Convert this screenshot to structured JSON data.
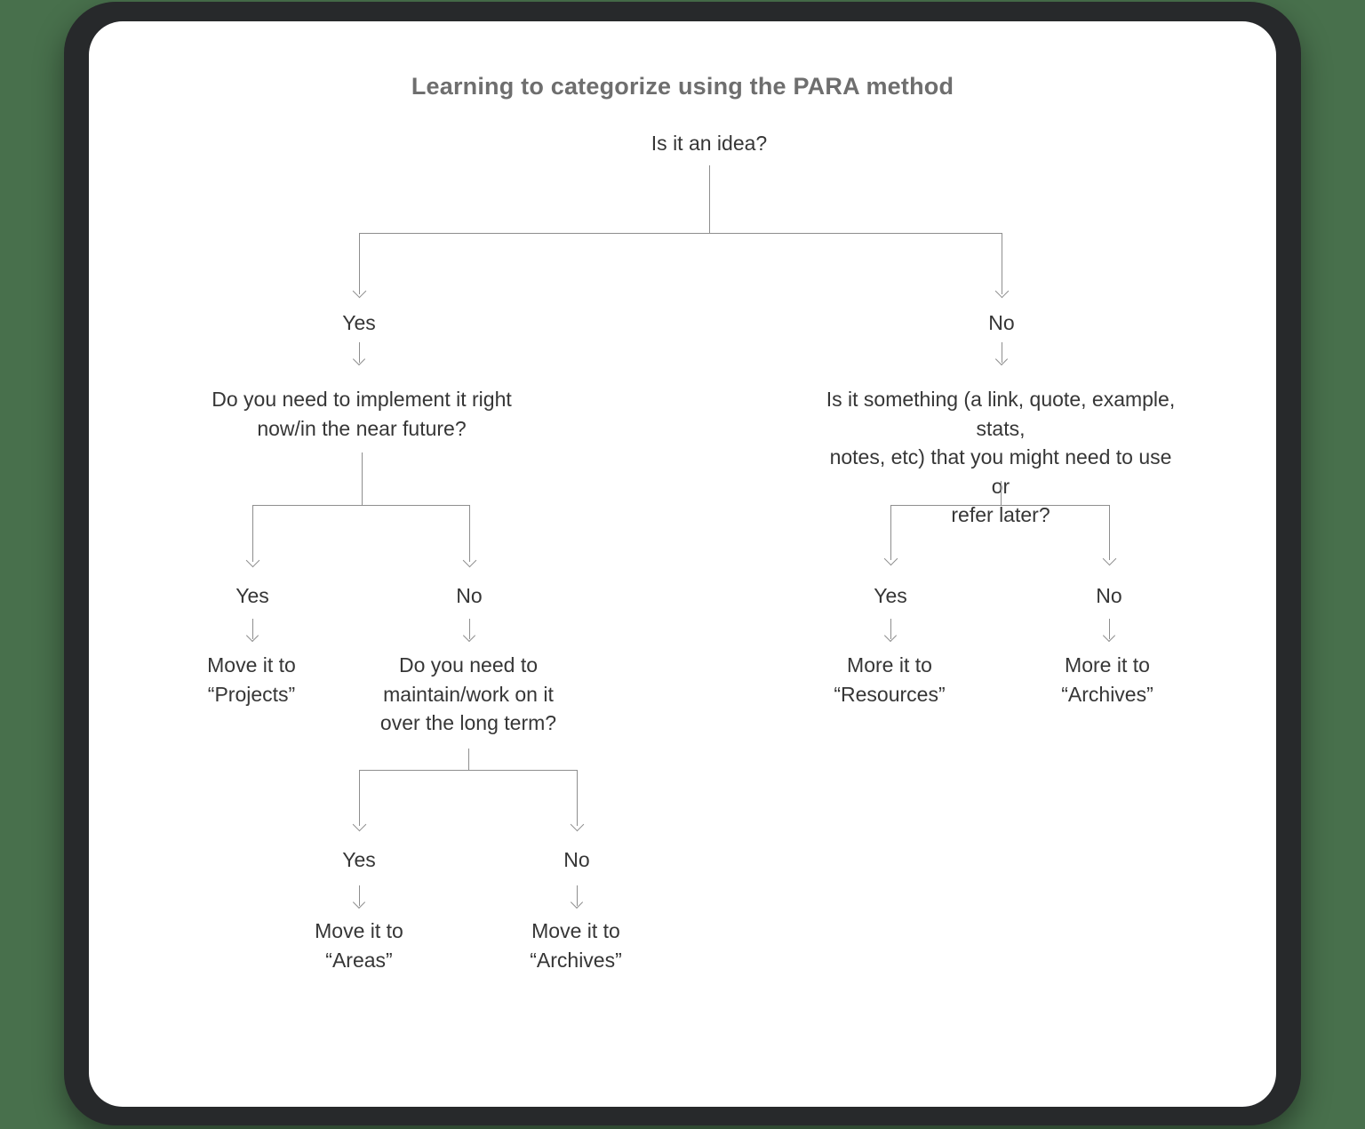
{
  "title": "Learning to categorize using the PARA method",
  "colors": {
    "background": "#48704c",
    "frame": "#27292b",
    "card": "#ffffff",
    "connector_line": "#8e8e8e",
    "node_text": "#363636",
    "title_text": "#6e6e6e"
  },
  "icons": {
    "arrow_down": "↓",
    "arrowhead_down": "∨"
  },
  "tree": {
    "root_question": "Is it an idea?",
    "yes_branch": {
      "label": "Yes",
      "question": "Do you need to implement it right\nnow/in the near future?",
      "yes_branch": {
        "label": "Yes",
        "result": "Move it to\n“Projects”"
      },
      "no_branch": {
        "label": "No",
        "question": "Do you need to\nmaintain/work on it\nover the long term?",
        "yes_branch": {
          "label": "Yes",
          "result": "Move it to\n“Areas”"
        },
        "no_branch": {
          "label": "No",
          "result": "Move it to\n“Archives”"
        }
      }
    },
    "no_branch": {
      "label": "No",
      "question": "Is it something (a link, quote, example, stats,\nnotes, etc) that you might need to use or\nrefer later?",
      "yes_branch": {
        "label": "Yes",
        "result": "More it to\n“Resources”"
      },
      "no_branch": {
        "label": "No",
        "result": "More it to\n“Archives”"
      }
    }
  }
}
